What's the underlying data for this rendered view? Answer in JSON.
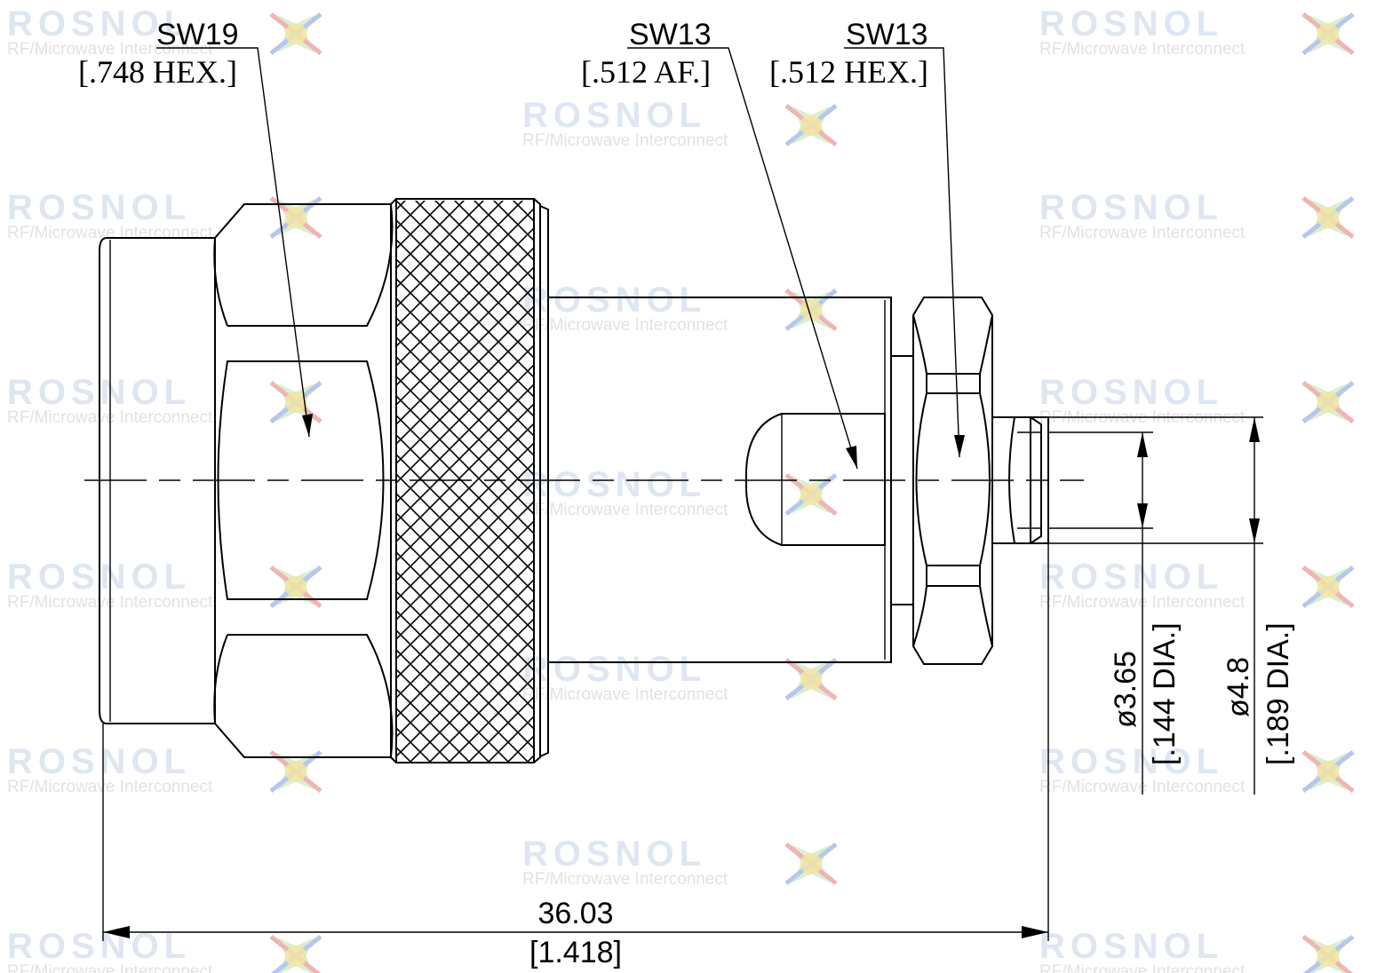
{
  "watermark": {
    "brand": "ROSNOL",
    "tagline": "RF/Microwave Interconnect",
    "logo_icon": "star-r-logo-icon",
    "colors": {
      "brand_text": "#dfe6f2",
      "tagline_text": "#e2e2e2",
      "logo_green": "#b9e3a5",
      "logo_red": "#f2b3b3",
      "logo_blue": "#b7c6ee",
      "logo_yellow": "#f4e6a2"
    }
  },
  "callouts": {
    "sw19": {
      "size": "SW19",
      "spec": "[.748 HEX.]"
    },
    "sw13_af": {
      "size": "SW13",
      "spec": "[.512 AF.]"
    },
    "sw13_hex": {
      "size": "SW13",
      "spec": "[.512 HEX.]"
    }
  },
  "dimensions": {
    "length": {
      "metric": "36.03",
      "inch": "[1.418]"
    },
    "dia_inner": {
      "metric": "ø3.65",
      "inch": "[.144 DIA.]"
    },
    "dia_outer": {
      "metric": "ø4.8",
      "inch": "[.189 DIA.]"
    }
  },
  "colors": {
    "line": "#000000",
    "background": "#ffffff"
  }
}
